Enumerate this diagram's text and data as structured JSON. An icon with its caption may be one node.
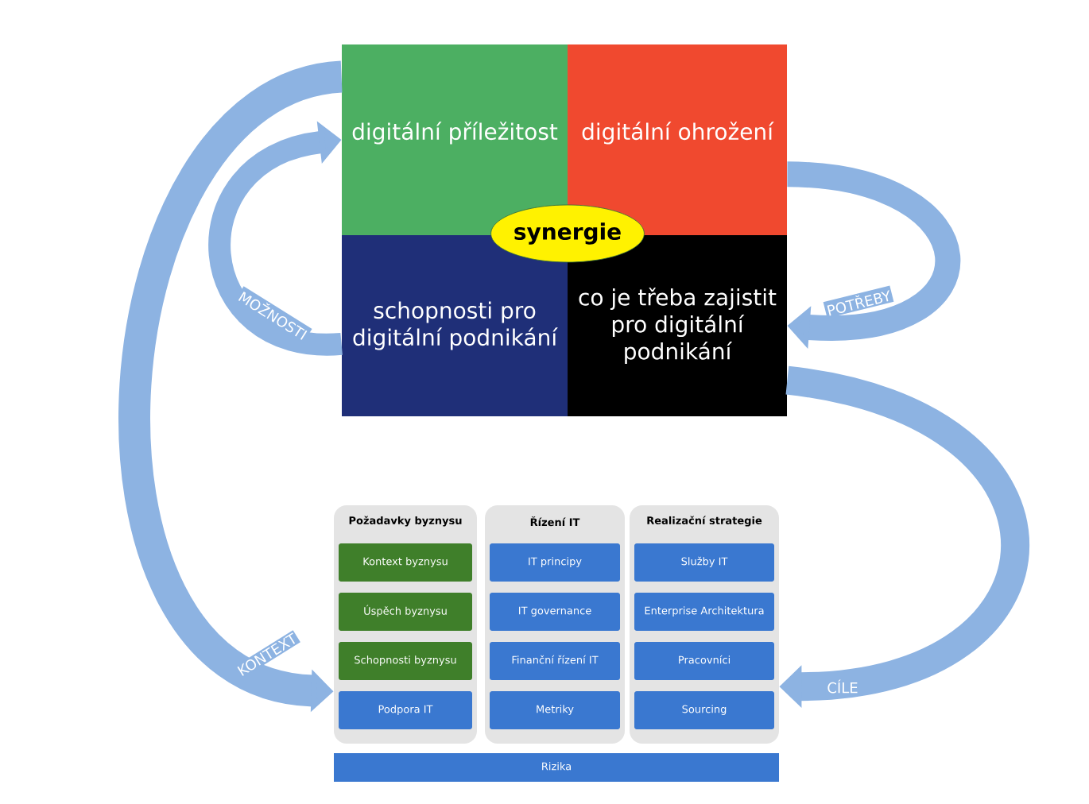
{
  "diagram": {
    "nodes": [
      {
        "text": [
          "digitální příležitost"
        ]
      },
      {
        "text": [
          "digitální ohrožení"
        ]
      },
      {
        "text": [
          "schopnosti pro digitální podnikání"
        ]
      },
      {
        "text": [
          "co je třeba zajistit pro digitální podnikání"
        ]
      },
      {
        "text": [
          "synergie"
        ]
      },
      {
        "text": [
          "Požadavky byznysu"
        ]
      },
      {
        "text": [
          "Kontext byznysu"
        ],
        "in": 5
      },
      {
        "text": [
          "Úspěch byznysu"
        ],
        "in": 5
      },
      {
        "text": [
          "Schopnosti byznysu"
        ],
        "in": 5
      },
      {
        "text": [
          "Podpora IT"
        ],
        "in": 5
      },
      {
        "text": [
          "Řízení IT"
        ]
      },
      {
        "text": [
          "IT principy"
        ],
        "in": 10
      },
      {
        "text": [
          "IT governance"
        ],
        "in": 10
      },
      {
        "text": [
          "Finanční řízení IT"
        ],
        "in": 10
      },
      {
        "text": [
          "Metriky"
        ],
        "in": 10
      },
      {
        "text": [
          "Realizační strategie"
        ]
      },
      {
        "text": [
          "Služby IT"
        ],
        "in": 15
      },
      {
        "text": [
          "Enterprise Architektura"
        ],
        "in": 15
      },
      {
        "text": [
          "Pracovníci"
        ],
        "in": 15
      },
      {
        "text": [
          "Sourcing"
        ],
        "in": 15
      },
      {
        "text": [
          "Rizika"
        ]
      }
    ],
    "edges": [
      {
        "from": 2,
        "to": 0,
        "arrow": "to",
        "label": "MOŽNOSTI"
      },
      {
        "from": 0,
        "to": 5,
        "arrow": "to",
        "label": "KONTEXT"
      },
      {
        "from": 1,
        "to": 3,
        "arrow": "to",
        "label": "POTŘEBY"
      },
      {
        "from": 3,
        "to": 15,
        "arrow": "to",
        "label": "CÍLE"
      }
    ]
  }
}
